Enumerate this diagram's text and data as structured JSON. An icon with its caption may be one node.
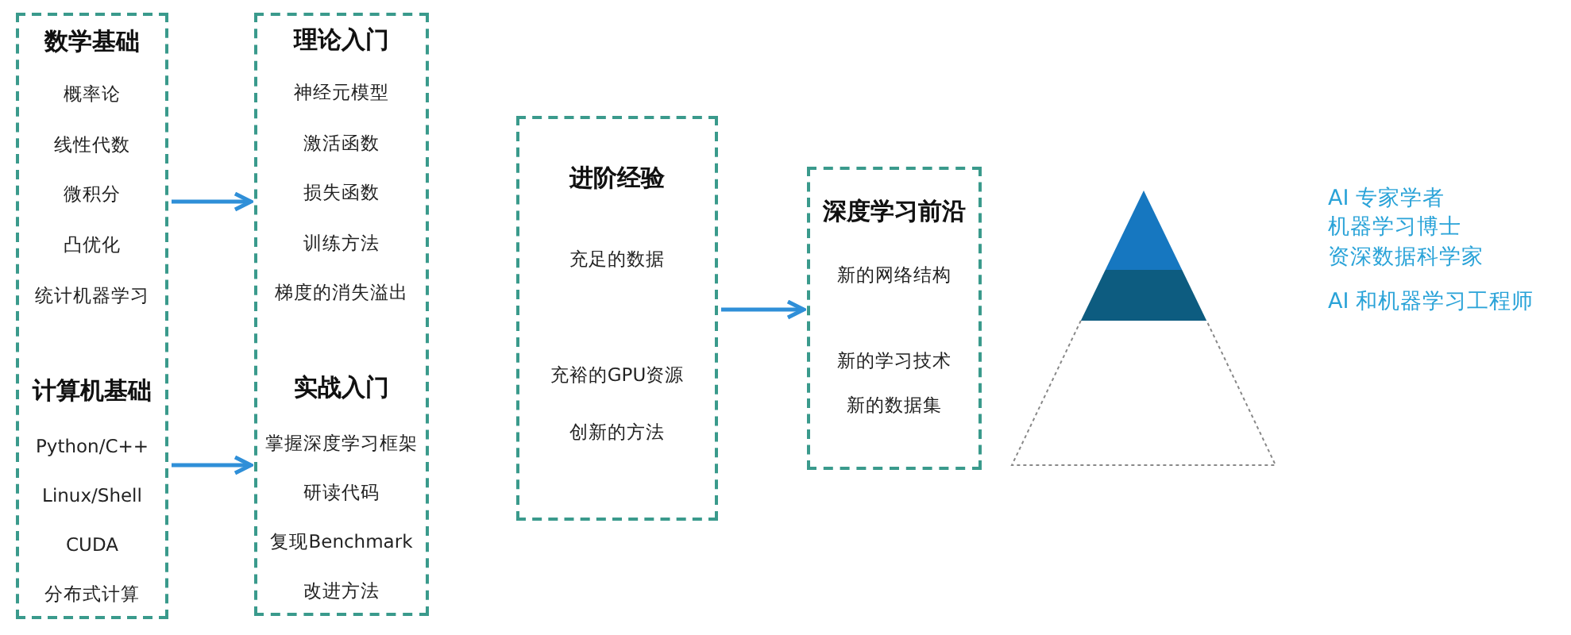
{
  "diagram": {
    "nodes": [
      {
        "text": [
          "数学基础",
          "概率论",
          "线性代数",
          "微积分",
          "凸优化",
          "统计机器学习",
          "计算机基础",
          "Python/C++",
          "Linux/Shell",
          "CUDA",
          "分布式计算"
        ]
      },
      {
        "text": [
          "理论入门",
          "神经元模型",
          "激活函数",
          "损失函数",
          "训练方法",
          "梯度的消失溢出",
          "实战入门",
          "掌握深度学习框架",
          "研读代码",
          "复现Benchmark",
          "改进方法"
        ]
      },
      {
        "text": [
          "进阶经验",
          "充足的数据",
          "充裕的GPU资源",
          "创新的方法"
        ]
      },
      {
        "text": [
          "深度学习前沿",
          "新的网络结构",
          "新的学习技术",
          "新的数据集"
        ]
      },
      {
        "text": [],
        "shape": "pyramid",
        "beside": [
          "AI 专家学者",
          "机器学习博士",
          "资深数据科学家",
          "AI 和机器学习工程师"
        ]
      }
    ],
    "edges": [
      {
        "from": 0,
        "to": 1,
        "arrow": "to"
      },
      {
        "from": 0,
        "to": 1,
        "arrow": "to"
      },
      {
        "from": 2,
        "to": 3,
        "arrow": "to"
      }
    ]
  }
}
